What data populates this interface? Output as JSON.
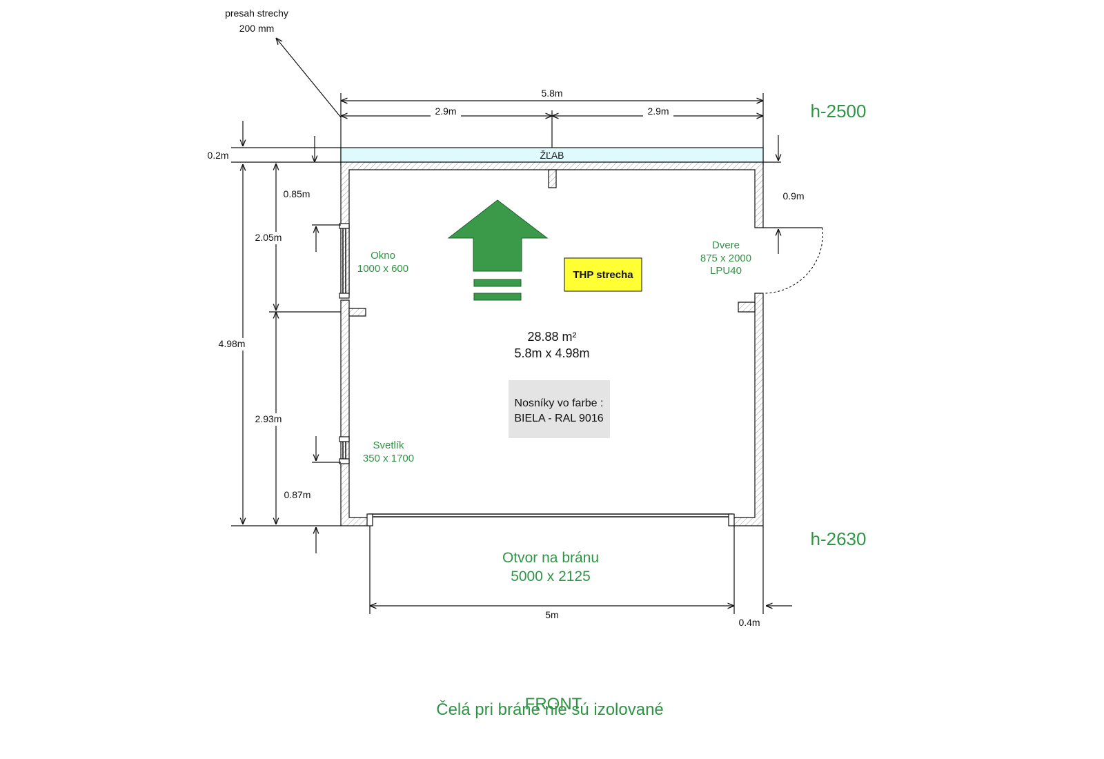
{
  "overhang": {
    "line1": "presah strechy",
    "line2": "200 mm"
  },
  "dims": {
    "total_width": "5.8m",
    "half_left": "2.9m",
    "half_right": "2.9m",
    "gutter_depth": "0.2m",
    "depth_total": "4.98m",
    "left_top": "0.85m",
    "left_upper": "2.05m",
    "left_lower": "2.93m",
    "left_bottom": "0.87m",
    "right_top": "0.9m",
    "gate_width": "5m",
    "gate_right": "0.4m"
  },
  "heights": {
    "back": "h-2500",
    "front": "h-2630"
  },
  "gutter_label": "ŽĽAB",
  "openings": {
    "window": {
      "name": "Okno",
      "size": "1000 x 600"
    },
    "door": {
      "name": "Dvere",
      "size": "875 x 2000",
      "type": "LPU40"
    },
    "skylight": {
      "name": "Svetlík",
      "size": "350 x 1700"
    },
    "gate": {
      "name": "Otvor na bránu",
      "size": "5000 x 2125"
    }
  },
  "roof_label": "THP strecha",
  "area": {
    "value": "28.88 m²",
    "dims": "5.8m x 4.98m"
  },
  "beams": {
    "line1": "Nosníky vo farbe :",
    "line2": "BIELA - RAL 9016"
  },
  "front_label": "FRONT",
  "note": "Čelá pri bráne nie sú izolované",
  "colors": {
    "green": "#2e9444",
    "gutter": "#dffafc",
    "roof_badge": "#ffff33",
    "beam_box": "#e4e4e4",
    "arrow": "#3a9a4a"
  }
}
